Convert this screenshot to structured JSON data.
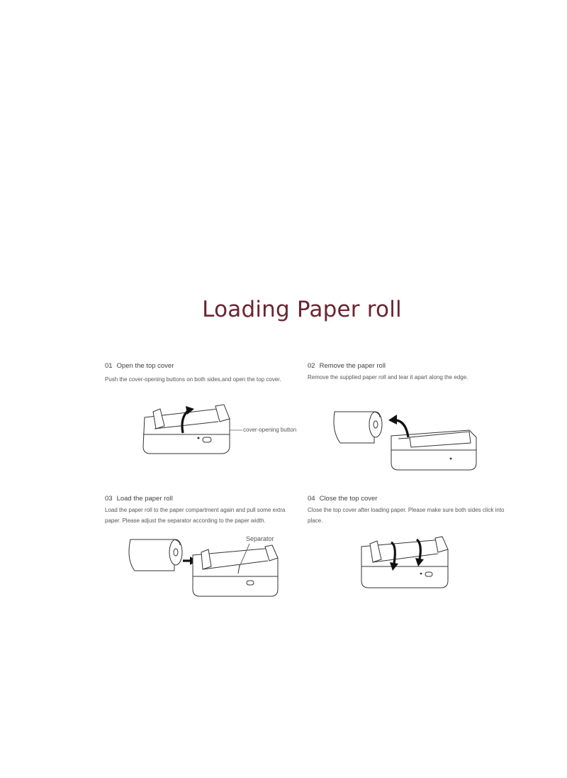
{
  "page": {
    "title": "Loading Paper roll"
  },
  "steps": [
    {
      "number": "01",
      "title": "Open the top cover",
      "description": "Push the cover-opening buttons on both sides,and open the top cover.",
      "callout": "cover-opening button"
    },
    {
      "number": "02",
      "title": "Remove the paper roll",
      "description": "Remove the supplied paper roll and tear it apart along the edge."
    },
    {
      "number": "03",
      "title": "Load the paper roll",
      "description": "Load the paper roll to the paper compartment again and pull some extra paper. Please adjust the separator according to the paper width.",
      "callout": "Separator"
    },
    {
      "number": "04",
      "title": "Close the top cover",
      "description": "Close the top cover after loading paper. Please make sure both sides click into place."
    }
  ]
}
